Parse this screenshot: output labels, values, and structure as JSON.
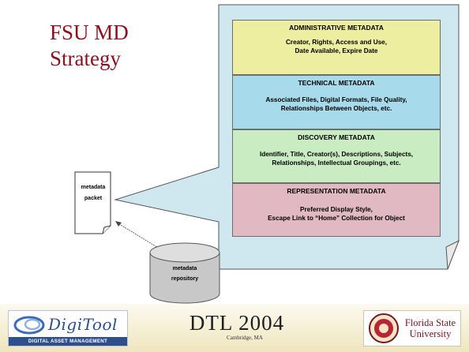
{
  "title": {
    "line1": "FSU MD",
    "line2": "Strategy"
  },
  "sections": [
    {
      "id": "admin",
      "heading": "ADMINISTRATIVE METADATA",
      "line1": "Creator, Rights, Access and Use,",
      "line2": "Date Available, Expire Date",
      "color": "#eeeea0"
    },
    {
      "id": "tech",
      "heading": "TECHNICAL METADATA",
      "line1": "Associated Files, Digital Formats, File Quality,",
      "line2": "Relationships Between Objects, etc.",
      "color": "#a7dbeb"
    },
    {
      "id": "disc",
      "heading": "DISCOVERY METADATA",
      "line1": "Identifier, Title, Creator(s), Descriptions, Subjects,",
      "line2": "Relationships, Intellectual Groupings, etc.",
      "color": "#c9ecc2"
    },
    {
      "id": "rep",
      "heading": "REPRESENTATION METADATA",
      "line1": "Preferred Display Style,",
      "line2": "Escape Link to “Home” Collection for Object",
      "color": "#e0b9c3"
    }
  ],
  "packet": {
    "line1": "metadata",
    "line2": "packet"
  },
  "repository": {
    "line1": "metadata",
    "line2": "repository"
  },
  "footer": {
    "digitool_name": "DigiTool",
    "digitool_tagline": "DIGITAL ASSET MANAGEMENT",
    "dtl_title": "DTL 2004",
    "dtl_location": "Cambridge, MA",
    "fsu_line1": "Florida State",
    "fsu_line2": "University"
  },
  "colors": {
    "title": "#8b1020",
    "callout_fill": "#cfe8f0",
    "footer_bg": "#efe5bd"
  }
}
